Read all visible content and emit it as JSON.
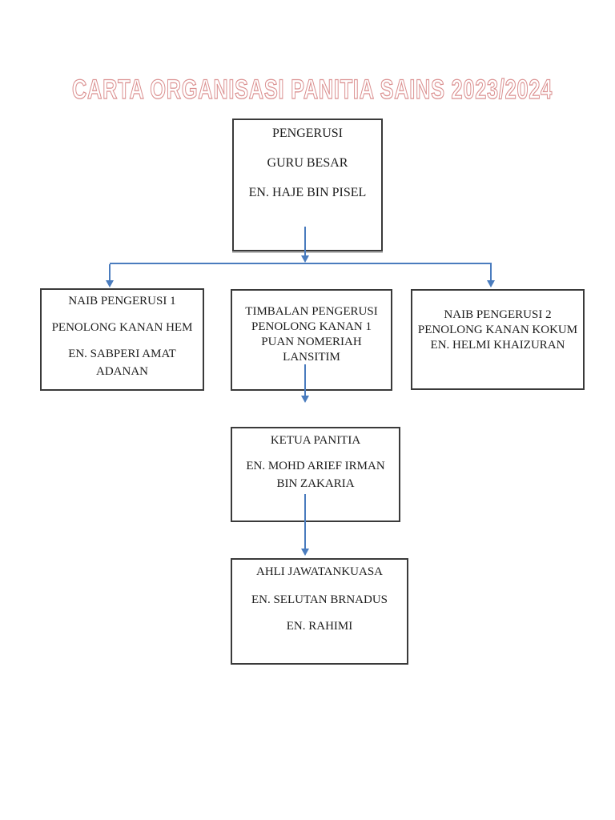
{
  "title": {
    "text": "CARTA ORGANISASI PANITIA SAINS 2023/2024"
  },
  "colors": {
    "connector": "#4a7cbe",
    "title_outline": "#db9191",
    "box_border": "#3a3a3a",
    "text": "#1d1d1d",
    "page_background": "#ffffff"
  },
  "org_chart": {
    "nodes": {
      "pengerusi": {
        "line1": "PENGERUSI",
        "line2": "GURU BESAR",
        "line3": "EN. HAJE BIN PISEL"
      },
      "naib1": {
        "line1": "NAIB PENGERUSI 1",
        "line2": "PENOLONG KANAN HEM",
        "line3": "EN. SABPERI AMAT",
        "line4": "ADANAN"
      },
      "timbalan": {
        "line1": "TIMBALAN PENGERUSI",
        "line2": "PENOLONG KANAN 1",
        "line3": "PUAN NOMERIAH",
        "line4": "LANSITIM"
      },
      "naib2": {
        "line1": "NAIB PENGERUSI 2",
        "line2": "PENOLONG KANAN KOKUM",
        "line3": "EN. HELMI KHAIZURAN"
      },
      "ketua": {
        "line1": "KETUA PANITIA",
        "line2": "EN. MOHD ARIEF IRMAN",
        "line3": "BIN ZAKARIA"
      },
      "ahli": {
        "line1": "AHLI JAWATANKUASA",
        "line2": "EN. SELUTAN BRNADUS",
        "line3": "EN. RAHIMI"
      }
    },
    "connections": [
      {
        "from": "pengerusi",
        "to": "naib1",
        "style": "arrow"
      },
      {
        "from": "pengerusi",
        "to": "naib2",
        "style": "arrow"
      },
      {
        "from": "timbalan",
        "to": "ketua",
        "style": "arrow"
      },
      {
        "from": "ketua",
        "to": "ahli",
        "style": "arrow"
      }
    ]
  }
}
